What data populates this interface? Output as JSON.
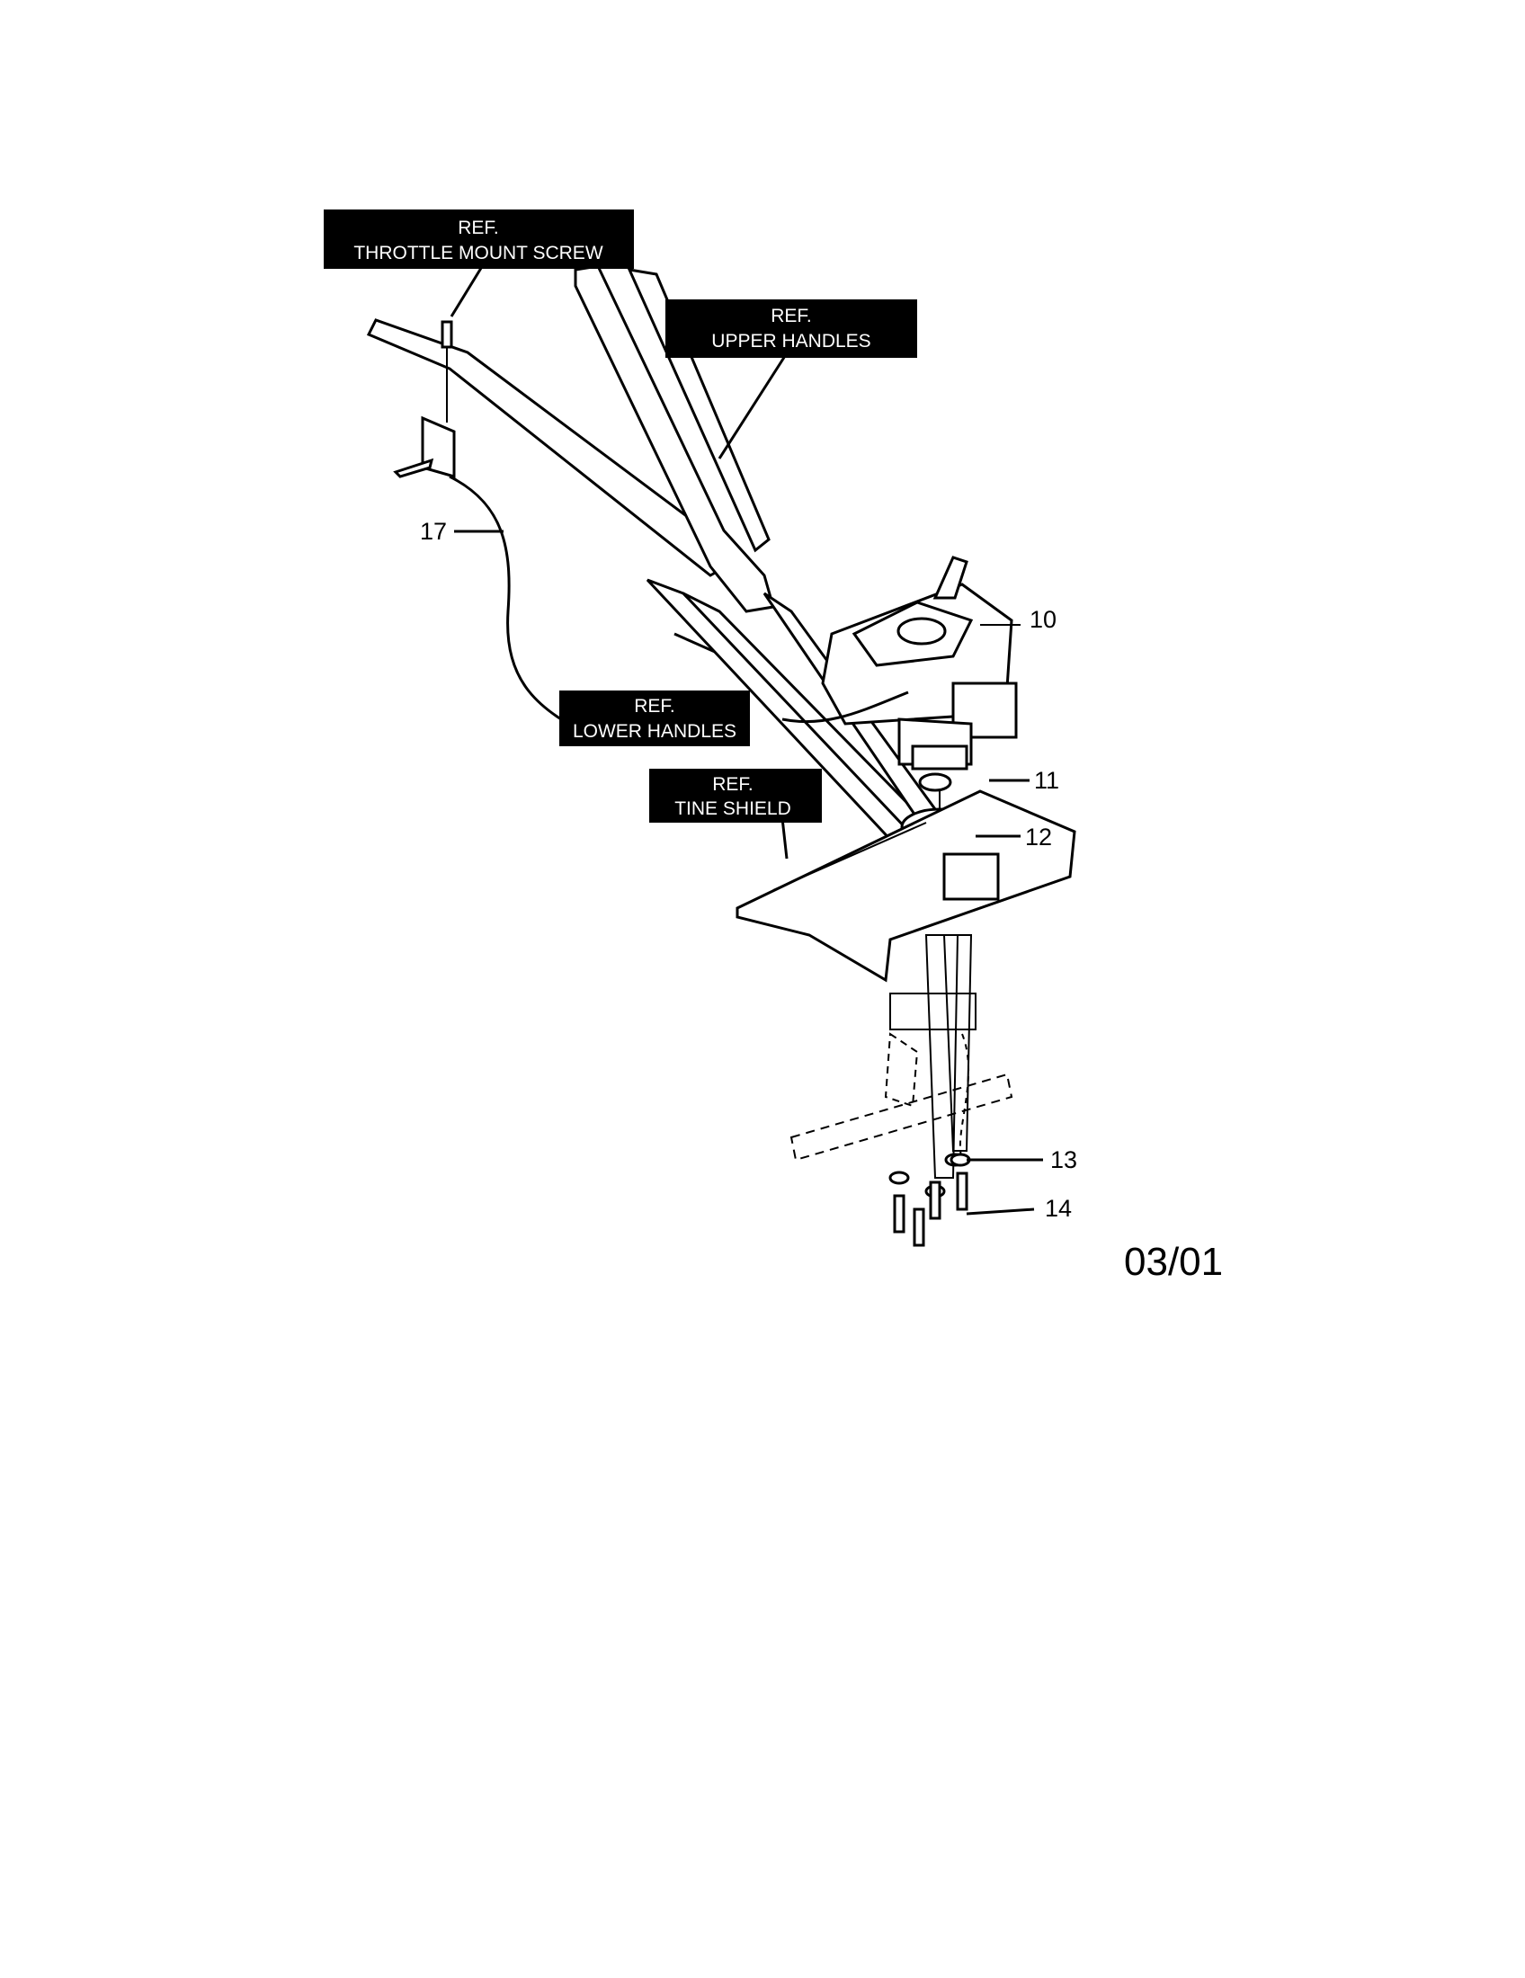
{
  "callouts": {
    "throttle": {
      "line1": "REF.",
      "line2": "THROTTLE MOUNT SCREW"
    },
    "upper": {
      "line1": "REF.",
      "line2": "UPPER HANDLES"
    },
    "lower": {
      "line1": "REF.",
      "line2": "LOWER HANDLES"
    },
    "tine": {
      "line1": "REF.",
      "line2": "TINE SHIELD"
    }
  },
  "parts": {
    "p10": "10",
    "p11": "11",
    "p12": "12",
    "p13": "13",
    "p14": "14",
    "p17": "17"
  },
  "date": "03/01",
  "colors": {
    "ink": "#000000",
    "paper": "#ffffff"
  }
}
